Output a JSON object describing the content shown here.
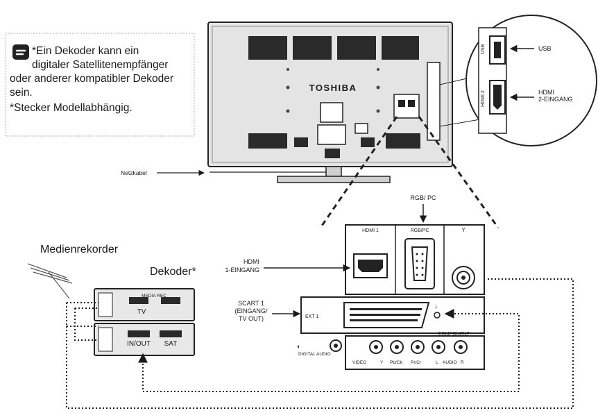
{
  "note": {
    "lines": [
      "*Ein Dekoder kann ein",
      "digitaler Satellitenempfänger",
      "oder anderer kompatibler Dekoder",
      "sein.",
      "*Stecker Modellabhängig."
    ]
  },
  "tv": {
    "brand": "TOSHIBA",
    "power_cable_label": "Netzkabel"
  },
  "side_panel": {
    "usb_port_label": "USB",
    "usb_callout": "USB",
    "hdmi_port_label": "HDMI 2",
    "hdmi_callout_line1": "HDMI",
    "hdmi_callout_line2": "2-EINGANG"
  },
  "rear_panel": {
    "rgb_pc_label": "RGB/ PC",
    "hdmi_port_label": "HDMI 1",
    "rgb_port_label": "RGB/PC",
    "antenna_port_label": "Y",
    "hdmi_callout_line1": "HDMI",
    "hdmi_callout_line2": "1-EINGANG",
    "scart_callout_line1": "SCART 1",
    "scart_callout_line2": "(EINGANG/",
    "scart_callout_line3": "TV OUT)",
    "scart_port_label": "EXT 1",
    "digital_audio_label": "DIGITAL AUDIO",
    "component_label": "COMPONENT",
    "video_label": "VIDEO",
    "y_label": "Y",
    "pb_label": "Pb/Cb",
    "pr_label": "Pr/Cr",
    "audio_l_label": "L",
    "audio_label": "AUDIO",
    "audio_r_label": "R"
  },
  "devices": {
    "media_recorder_label": "Medienrekorder",
    "decoder_label": "Dekoder*",
    "recorder_box_label1": "MEDIA REC",
    "recorder_box_label2": "TV",
    "decoder_box_label1": "IN/OUT",
    "decoder_box_label2": "SAT"
  }
}
